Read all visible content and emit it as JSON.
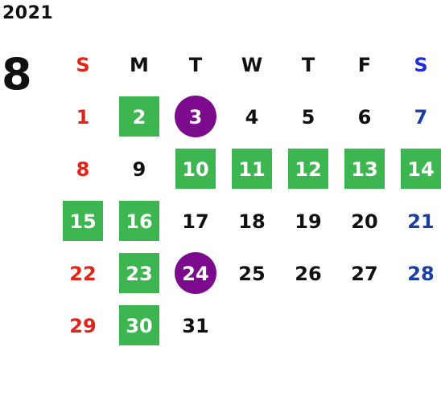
{
  "calendar": {
    "year": "2021",
    "month": "8",
    "weekdays": [
      "S",
      "M",
      "T",
      "W",
      "T",
      "F",
      "S"
    ],
    "weeks": [
      [
        "1",
        "2",
        "3",
        "4",
        "5",
        "6",
        "7"
      ],
      [
        "8",
        "9",
        "10",
        "11",
        "12",
        "13",
        "14"
      ],
      [
        "15",
        "16",
        "17",
        "18",
        "19",
        "20",
        "21"
      ],
      [
        "22",
        "23",
        "24",
        "25",
        "26",
        "27",
        "28"
      ],
      [
        "29",
        "30",
        "31",
        "",
        "",
        "",
        ""
      ]
    ],
    "highlight_green_days": [
      "2",
      "10",
      "11",
      "12",
      "13",
      "14",
      "15",
      "16",
      "23",
      "30"
    ],
    "highlight_purple_days": [
      "3",
      "24"
    ]
  },
  "colors": {
    "green": "#3db551",
    "purple": "#7b0a8c",
    "sunday": "#e2231a",
    "saturday": "#1a3fa0"
  }
}
